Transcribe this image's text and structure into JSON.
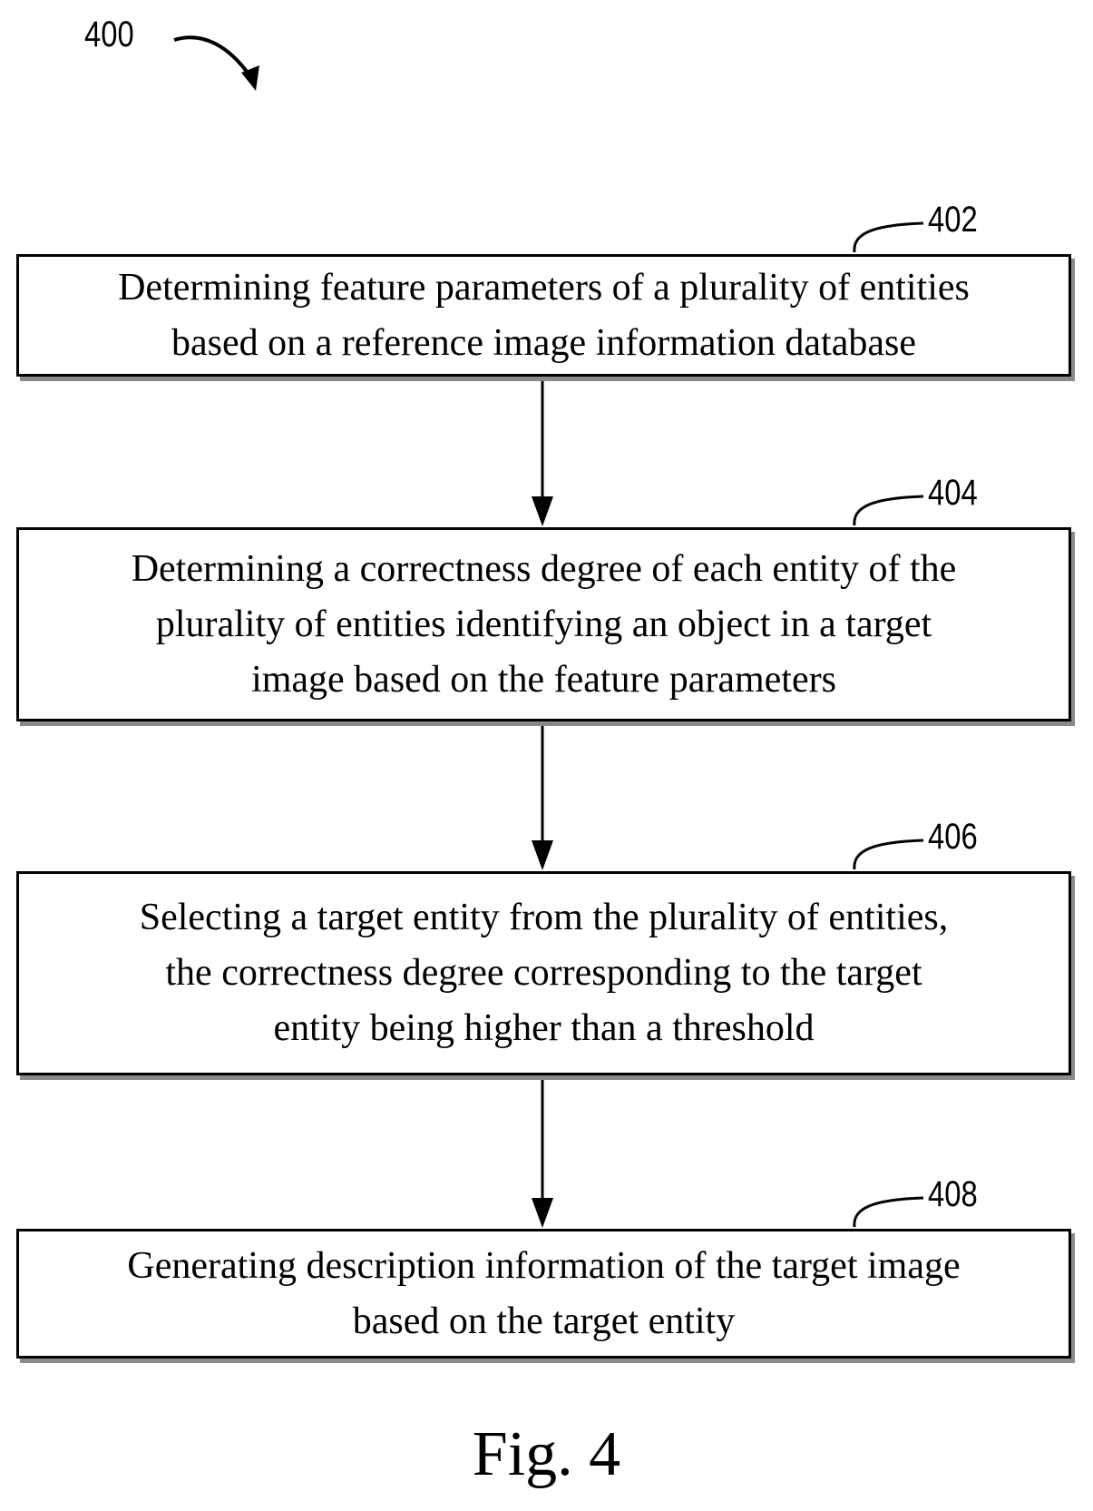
{
  "diagram": {
    "ref": "400",
    "figure_caption": "Fig. 4",
    "steps": [
      {
        "ref": "402",
        "lines": [
          "Determining feature parameters of a plurality of entities",
          "based on a reference image information database"
        ]
      },
      {
        "ref": "404",
        "lines": [
          "Determining a correctness degree of each entity of the",
          "plurality of entities identifying an object in a target",
          "image based on the feature parameters"
        ]
      },
      {
        "ref": "406",
        "lines": [
          "Selecting a target entity from the plurality of entities,",
          "the correctness degree corresponding to the target",
          "entity being higher than a threshold"
        ]
      },
      {
        "ref": "408",
        "lines": [
          "Generating description information of the target image",
          "based on the target entity"
        ]
      }
    ]
  }
}
